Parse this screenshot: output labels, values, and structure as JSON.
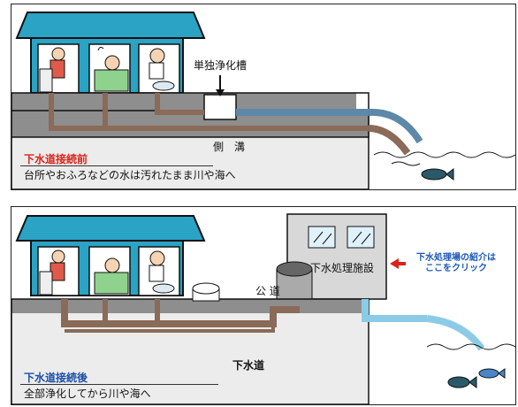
{
  "before": {
    "tank_label": "単独浄化槽",
    "ditch_label": "側　溝",
    "heading": "下水道接続前",
    "caption": "台所やおふろなどの水は汚れたまま川や海へ"
  },
  "after": {
    "road_label": "公 道",
    "sewer_label": "下水道",
    "facility_label": "下水処理施設",
    "link_line1": "下水処理場の紹介は",
    "link_line2": "ここをクリック",
    "heading": "下水道接続後",
    "caption": "全部浄化してから川や海へ"
  },
  "colors": {
    "roof": "#2aa3c4",
    "ground": "#8e8e8e",
    "soil": "#ececec",
    "pipe_brown": "#8a6a58",
    "pipe_blue": "#5e88a8",
    "clean_water": "#8ccbe6",
    "heading_red": "#d9231b",
    "heading_blue": "#1a4fa8",
    "link_blue": "#1a58b8"
  }
}
